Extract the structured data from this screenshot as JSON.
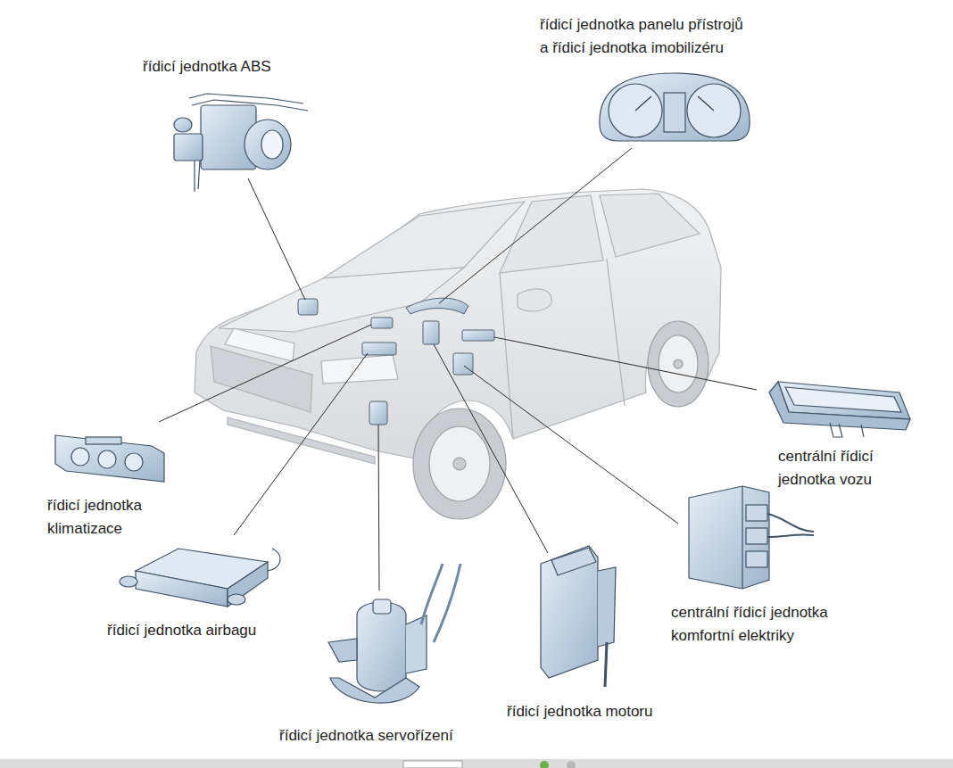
{
  "diagram": {
    "labels": [
      "řídicí jednotka ABS",
      "řídicí jednotka panelu přístrojů a řídicí jednotka imobilizéru",
      "centrální řídicí jednotka vozu",
      "řídicí jednotka klimatizace",
      "centrální řídicí jednotka komfortní elektriky",
      "řídicí jednotka airbagu",
      "řídicí jednotka motoru",
      "řídicí jednotka servořízení"
    ]
  }
}
